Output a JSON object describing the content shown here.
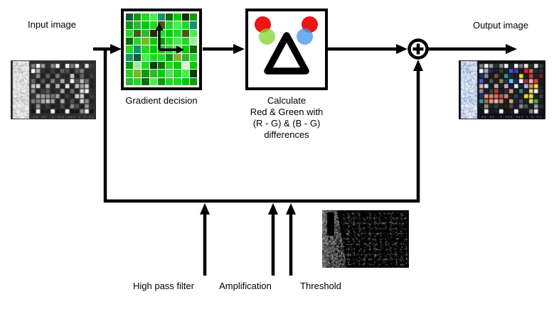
{
  "labels": {
    "input_image": "Input image",
    "output_image": "Output image",
    "gradient_decision": "Gradient decision",
    "calc_line1": "Calculate",
    "calc_line2": "Red & Green with",
    "calc_line3": "(R - G) & (B - G)",
    "calc_line4": "differences",
    "high_pass_filter": "High pass filter",
    "amplification": "Amplification",
    "threshold": "Threshold"
  },
  "sum_node": {
    "symbol": "+"
  },
  "colors": {
    "background": "#ffffff",
    "line": "#000000",
    "box_border": "#000000",
    "box_fill": "#ffffff",
    "text": "#000000",
    "red_circle": "#ee1414",
    "green_circle_rgba": "rgba(136,214,52,0.78)",
    "blue_circle_rgba": "rgba(70,152,235,0.78)",
    "triangle": "#000000"
  },
  "gradient_block": {
    "palette": [
      "#21d921",
      "#00cc00",
      "#49ef49",
      "#119911",
      "#0b6b0b",
      "#0e5e32",
      "#15916b",
      "#9dec9d",
      "#d2f7d2",
      "#49590f",
      "#7ab823",
      "#0c3a0c",
      "#1d2d08",
      "#63d663",
      "#2db82d"
    ],
    "grid": [
      [
        5,
        3,
        0,
        2,
        6,
        4,
        1,
        12,
        3
      ],
      [
        3,
        14,
        1,
        0,
        9,
        0,
        2,
        0,
        6
      ],
      [
        0,
        9,
        14,
        12,
        0,
        1,
        0,
        9,
        2
      ],
      [
        4,
        0,
        10,
        1,
        3,
        0,
        2,
        0,
        7
      ],
      [
        0,
        6,
        0,
        1,
        14,
        0,
        13,
        1,
        4
      ],
      [
        6,
        5,
        2,
        0,
        0,
        3,
        10,
        14,
        0
      ],
      [
        3,
        7,
        0,
        11,
        4,
        0,
        1,
        8,
        1
      ],
      [
        0,
        10,
        3,
        14,
        1,
        13,
        0,
        2,
        11
      ],
      [
        14,
        0,
        4,
        2,
        3,
        0,
        0,
        1,
        3
      ]
    ]
  },
  "checker": {
    "rows": 10,
    "cols": 13,
    "input_background": "#2e2e2e",
    "output_background": "#10101a",
    "bottle_input_fill": "#f0f0f0",
    "bottle_input_noise": "#8a8a8a",
    "bottle_output_fill": "#e6edf8",
    "bottle_output_noise": "#4a6aaa",
    "noise_seed": 42,
    "cell_colors": [
      [
        "#808080",
        "#ffffff",
        "#999999",
        "#303030",
        "#8a8a8a",
        "#f5f5f5",
        "#262626",
        "#ffffff",
        "#7a7a7a",
        "#f0f0f0",
        "#303030",
        "#e8e8e8",
        "#3a3a3a"
      ],
      [
        "#ffffff",
        "#a9aec6",
        "#20305e",
        "#202020",
        "#274a30",
        "#232323",
        "#3366cc",
        "#6633aa",
        "#202020",
        "#dd2222",
        "#e06030",
        "#1e2a52",
        "#303030"
      ],
      [
        "#23355c",
        "#8a8f9a",
        "#1f1f1f",
        "#8a5530",
        "#202020",
        "#2aa080",
        "#1f2a4e",
        "#222222",
        "#e8e030",
        "#202020",
        "#dd3333",
        "#242424",
        "#7a2020"
      ],
      [
        "#4466cc",
        "#202020",
        "#565656",
        "#232323",
        "#8a8a30",
        "#23355e",
        "#66ccee",
        "#20305a",
        "#ffffff",
        "#a03333",
        "#f2aabb",
        "#e04444",
        "#202020"
      ],
      [
        "#f2aabb",
        "#d8dcea",
        "#202020",
        "#b8b8b8",
        "#232323",
        "#d2a8da",
        "#202020",
        "#ededed",
        "#232323",
        "#a8c8f0",
        "#e89030",
        "#e8e050",
        "#202020"
      ],
      [
        "#8a8f9a",
        "#202020",
        "#424242",
        "#c23030",
        "#232323",
        "#303030",
        "#c8a080",
        "#202020",
        "#2a8a80",
        "#202020",
        "#e8e060",
        "#f8f8f8",
        "#2e2e2e"
      ],
      [
        "#2a3a66",
        "#e89a80",
        "#e08868",
        "#dd7755",
        "#aa6048",
        "#e08a70",
        "#202020",
        "#235055",
        "#202020",
        "#e8e038",
        "#e8e058",
        "#232323",
        "#3e3e3e"
      ],
      [
        "#2aa0a0",
        "#b07050",
        "#e59a82",
        "#f8b0c0",
        "#df8868",
        "#202020",
        "#c2b088",
        "#232323",
        "#505050",
        "#202020",
        "#e8e060",
        "#44bb44",
        "#202020"
      ],
      [
        "#202020",
        "#909090",
        "#232323",
        "#2a4a2a",
        "#202020",
        "#232323",
        "#63402a",
        "#202020",
        "#8a8a8a",
        "#565656",
        "#202020",
        "#989898",
        "#303030"
      ],
      [
        "#141414",
        "#ffffff",
        "#1c1c1c",
        "#202020",
        "#fafafa",
        "#141414",
        "#1e1e1e",
        "#ffffff",
        "#161616",
        "#161616",
        "#8a8a8a",
        "#f5f5f5",
        "#141414"
      ]
    ]
  },
  "threshold_image": {
    "background": "#050505",
    "dot_color_max": 235,
    "seed": 1337,
    "rows": 10,
    "cols": 12
  }
}
